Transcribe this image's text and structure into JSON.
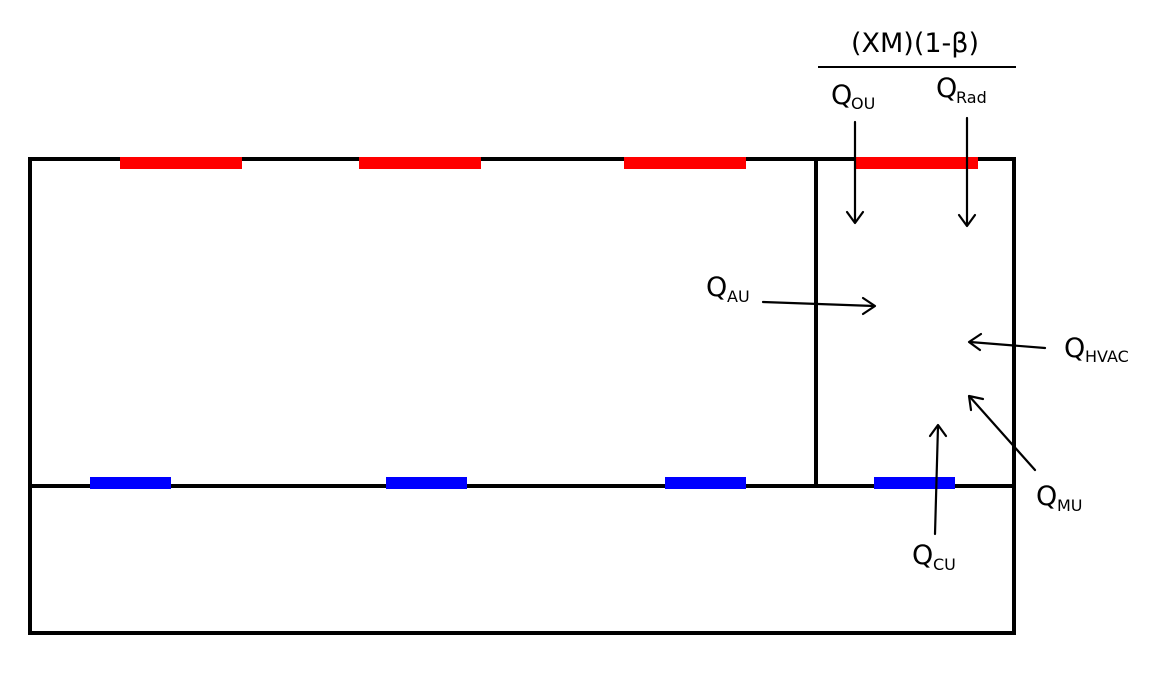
{
  "title": "(XM)(1-β)",
  "labels": {
    "q_ou": {
      "main": "Q",
      "sub": "OU"
    },
    "q_rad": {
      "main": "Q",
      "sub": "Rad"
    },
    "q_au": {
      "main": "Q",
      "sub": "AU"
    },
    "q_hvac": {
      "main": "Q",
      "sub": "HVAC"
    },
    "q_mu": {
      "main": "Q",
      "sub": "MU"
    },
    "q_cu": {
      "main": "Q",
      "sub": "CU"
    }
  },
  "colors": {
    "wall": "#000000",
    "top_strip": "#ff0000",
    "bottom_strip": "#0000ff"
  }
}
